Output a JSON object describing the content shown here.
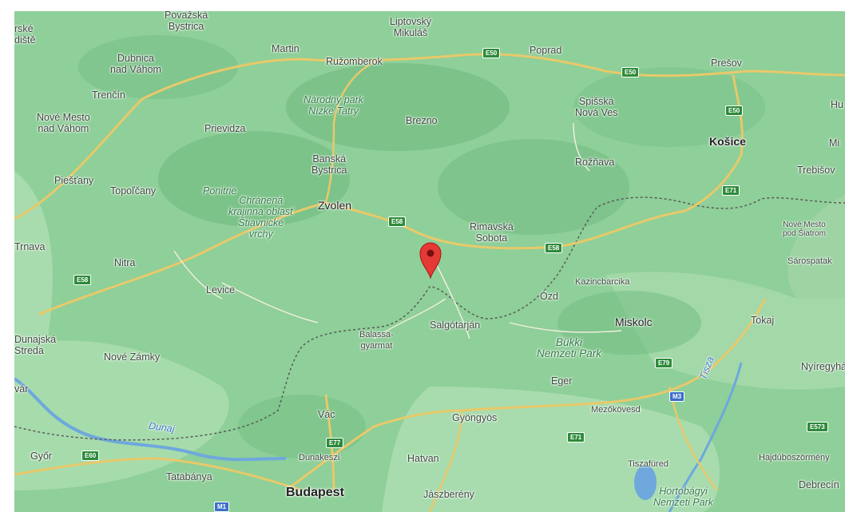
{
  "map": {
    "pin_color": "#e53935",
    "cities": [
      {
        "id": "povazska-bystrica",
        "text": "Považská\nBystrica"
      },
      {
        "id": "liptovsky-mikulas",
        "text": "Liptovský\nMikuláš"
      },
      {
        "id": "hradiste",
        "text": "rské\ndiště"
      },
      {
        "id": "dubnica",
        "text": "Dubnica\nnad Váhom"
      },
      {
        "id": "martin",
        "text": "Martin"
      },
      {
        "id": "ruzomberok",
        "text": "Ružomberok"
      },
      {
        "id": "poprad",
        "text": "Poprad"
      },
      {
        "id": "presov",
        "text": "Prešov"
      },
      {
        "id": "hu",
        "text": "Hu"
      },
      {
        "id": "trencin",
        "text": "Trenčín"
      },
      {
        "id": "nove-mesto",
        "text": "Nové Mesto\nnad Váhom"
      },
      {
        "id": "prievidza",
        "text": "Prievidza"
      },
      {
        "id": "brezno",
        "text": "Brezno"
      },
      {
        "id": "spisska",
        "text": "Spišská\nNová Ves"
      },
      {
        "id": "kosice",
        "text": "Košice"
      },
      {
        "id": "mi",
        "text": "Mi"
      },
      {
        "id": "banska-bystrica",
        "text": "Banská\nBystrica"
      },
      {
        "id": "roznava",
        "text": "Rožňava"
      },
      {
        "id": "trebisov",
        "text": "Trebišov"
      },
      {
        "id": "piestany",
        "text": "Piešťany"
      },
      {
        "id": "topolcany",
        "text": "Topoľčany"
      },
      {
        "id": "zvolen",
        "text": "Zvolen"
      },
      {
        "id": "rimavska",
        "text": "Rimavská\nSobota"
      },
      {
        "id": "nove-mesto-satorom",
        "text": "Nové Mesto\npod Šiatrom"
      },
      {
        "id": "trnava",
        "text": "Trnava"
      },
      {
        "id": "sarospatak",
        "text": "Sárospatak"
      },
      {
        "id": "nitra",
        "text": "Nitra"
      },
      {
        "id": "kazincbarcika",
        "text": "Kazincbarcika"
      },
      {
        "id": "levice",
        "text": "Levice"
      },
      {
        "id": "ozd",
        "text": "Ózd"
      },
      {
        "id": "dunajska",
        "text": "Dunajská\nStreda"
      },
      {
        "id": "balassagyarmat",
        "text": "Balassa-\ngyarmat"
      },
      {
        "id": "salgotarjan",
        "text": "Salgótarján"
      },
      {
        "id": "miskolc",
        "text": "Miskolc"
      },
      {
        "id": "tokaj",
        "text": "Tokaj"
      },
      {
        "id": "nove-zamky",
        "text": "Nové Zámky"
      },
      {
        "id": "nyiregyhaza",
        "text": "Nyíregyhá"
      },
      {
        "id": "eger",
        "text": "Eger"
      },
      {
        "id": "var",
        "text": "vár"
      },
      {
        "id": "vac",
        "text": "Vác"
      },
      {
        "id": "gyongyos",
        "text": "Gyöngyös"
      },
      {
        "id": "mezokovesd",
        "text": "Mezőkövesd"
      },
      {
        "id": "gyor",
        "text": "Győr"
      },
      {
        "id": "dunakeszi",
        "text": "Dunakeszi"
      },
      {
        "id": "hatvan",
        "text": "Hatvan"
      },
      {
        "id": "tiszafured",
        "text": "Tiszafüred"
      },
      {
        "id": "hajduboszormeny",
        "text": "Hajdúböszörmény"
      },
      {
        "id": "tatabanya",
        "text": "Tatabánya"
      },
      {
        "id": "budapest",
        "text": "Budapest"
      },
      {
        "id": "jaszbereny",
        "text": "Jászberény"
      },
      {
        "id": "debrecen",
        "text": "Debrecín"
      }
    ],
    "parks": [
      {
        "id": "narodny-park",
        "text": "Národný park\nNízke Tatry"
      },
      {
        "id": "ponitrie",
        "text": "Ponitrie"
      },
      {
        "id": "chranena",
        "text": "Chránená\nkrajinná oblasť\nŠtiavnické\nvrchy"
      },
      {
        "id": "bukki",
        "text": "Bükki\nNemzeti Park"
      },
      {
        "id": "hortobagyi",
        "text": "Hortobágyi\nNemzeti Park"
      }
    ],
    "rivers": [
      {
        "id": "dunaj",
        "text": "Dunaj"
      },
      {
        "id": "tisza",
        "text": "Tisza"
      }
    ],
    "road_shields": [
      {
        "id": "e50-poprad",
        "text": "E50"
      },
      {
        "id": "e50-presov",
        "text": "E50"
      },
      {
        "id": "e50-kosice",
        "text": "E50"
      },
      {
        "id": "e71",
        "text": "E71"
      },
      {
        "id": "e58-zvolen",
        "text": "E58"
      },
      {
        "id": "e58-rimavska",
        "text": "E58"
      },
      {
        "id": "e58-nitra",
        "text": "E58"
      },
      {
        "id": "e79",
        "text": "E79"
      },
      {
        "id": "m3",
        "text": "M3"
      },
      {
        "id": "e573",
        "text": "E573"
      },
      {
        "id": "e77",
        "text": "E77"
      },
      {
        "id": "e60",
        "text": "E60"
      },
      {
        "id": "e71-b",
        "text": "E71"
      },
      {
        "id": "m1",
        "text": "M1"
      }
    ]
  }
}
